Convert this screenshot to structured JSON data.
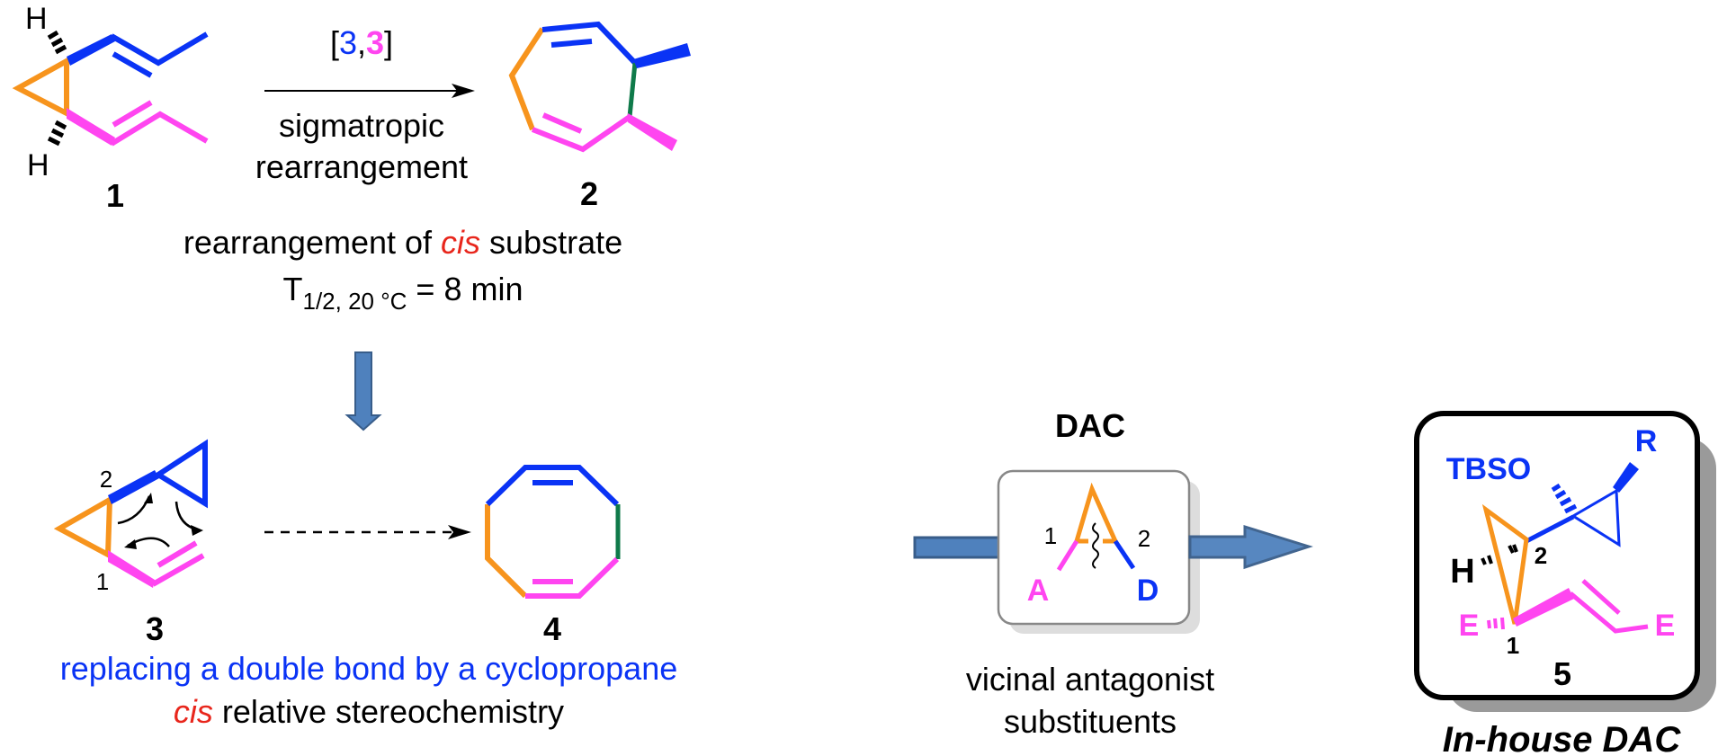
{
  "colors": {
    "orange": "#F7941D",
    "blue": "#0A33F5",
    "magenta": "#FF45F0",
    "green": "#0F7A4A",
    "red": "#E8261C",
    "black": "#000000",
    "arrow_fill": "#4F81BD",
    "arrow_stroke": "#385D8A"
  },
  "top_reaction": {
    "compound_1": {
      "label": "1",
      "h_top": "H",
      "h_bottom": "H"
    },
    "arrow": {
      "bracket_open": "[",
      "num_blue": "3",
      "comma": ",",
      "num_magenta": "3",
      "bracket_close": "]",
      "line1": "sigmatropic",
      "line2": "rearrangement"
    },
    "compound_2": {
      "label": "2"
    },
    "caption_line1_pre": "rearrangement of ",
    "caption_line1_em": "cis",
    "caption_line1_post": " substrate",
    "caption_line2_T": "T",
    "caption_line2_sub": "1/2,  20 °C",
    "caption_line2_post": " = 8 min"
  },
  "bottom_reaction": {
    "compound_3": {
      "label": "3",
      "pos1": "1",
      "pos2": "2"
    },
    "compound_4": {
      "label": "4"
    },
    "caption_line1": "replacing a double bond by a cyclopropane",
    "caption_line2_em": "cis",
    "caption_line2_post": " relative stereochemistry"
  },
  "dac": {
    "title": "DAC",
    "pos1": "1",
    "pos2": "2",
    "acceptor": "A",
    "donor": "D",
    "caption_line1": "vicinal antagonist",
    "caption_line2": "substituents"
  },
  "compound_5": {
    "tbso": "TBSO",
    "r": "R",
    "h": "H",
    "pos2": "2",
    "pos1": "1",
    "e_left": "E",
    "e_right": "E",
    "label": "5",
    "caption": "In-house DAC"
  }
}
